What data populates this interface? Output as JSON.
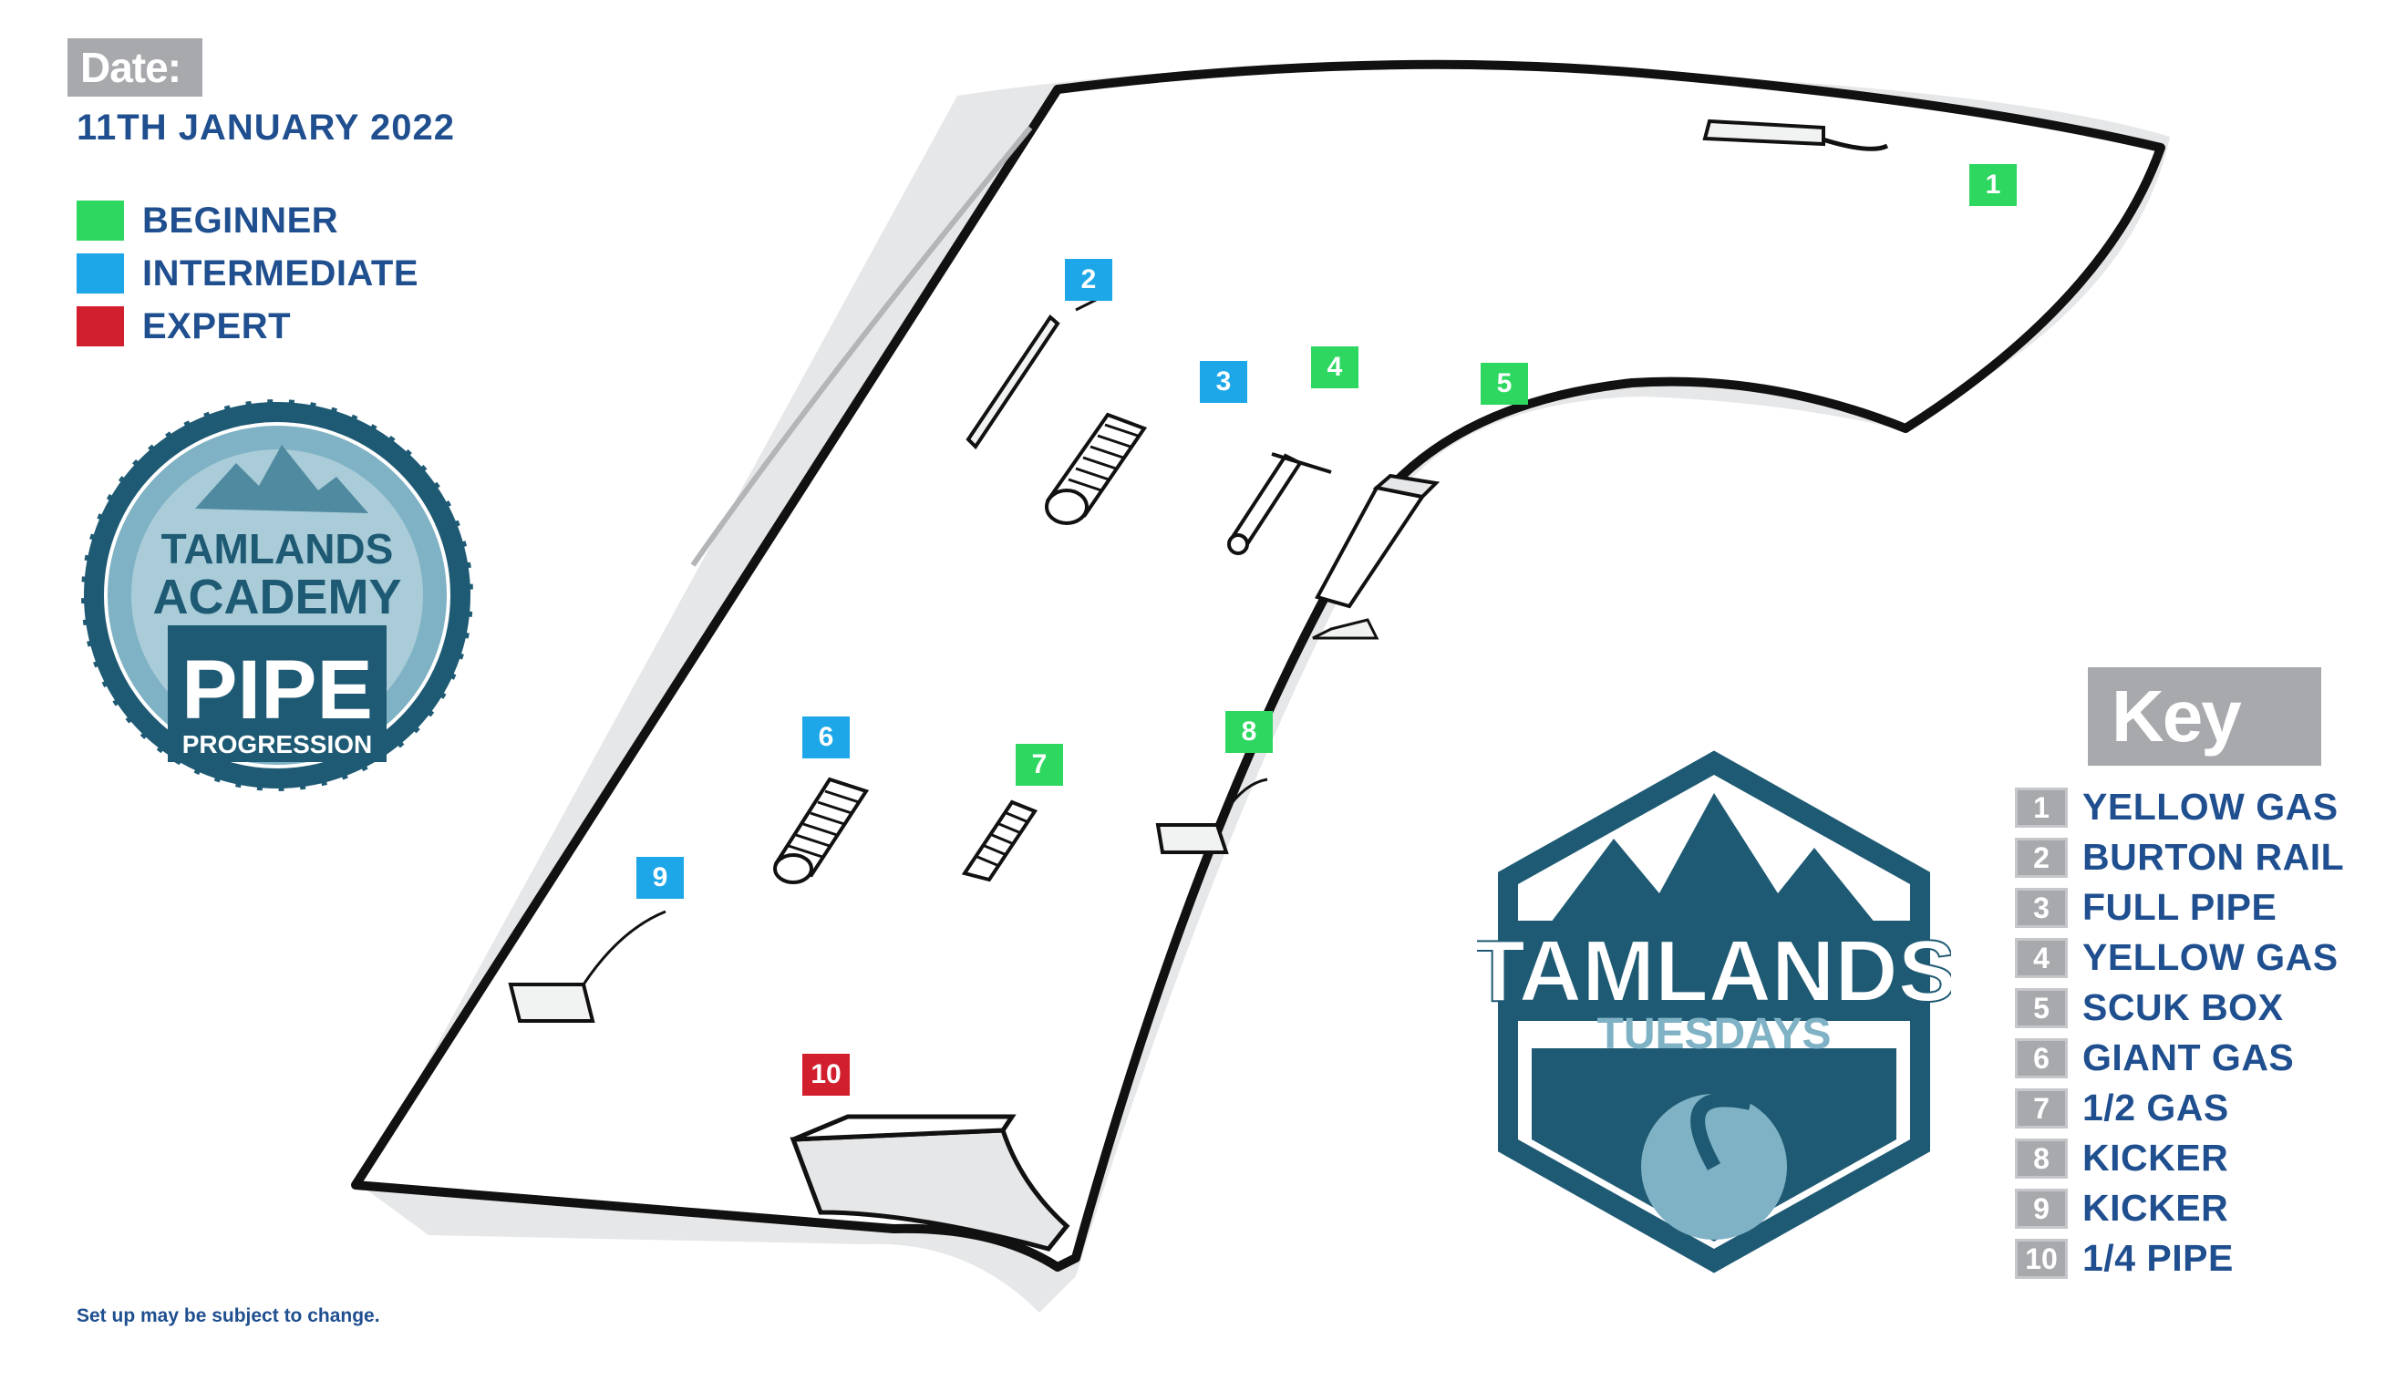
{
  "date": {
    "label": "Date:",
    "value": "11TH JANUARY 2022"
  },
  "legend": [
    {
      "label": "BEGINNER",
      "color": "#2ed760"
    },
    {
      "label": "INTERMEDIATE",
      "color": "#1ea7e8"
    },
    {
      "label": "EXPERT",
      "color": "#d21f2e"
    }
  ],
  "colors": {
    "text": "#1f4f8f",
    "badge_grey": "#a7a9ac",
    "logo_dark": "#1e5a73",
    "logo_light": "#7fb2c4"
  },
  "academy_logo": {
    "line1": "TAMLANDS",
    "line2": "ACADEMY",
    "line3": "PIPE",
    "line4": "PROGRESSION"
  },
  "tuesdays_logo": {
    "line1": "TAMLANDS",
    "line2": "TUESDAYS"
  },
  "key": {
    "title": "Key",
    "items": [
      {
        "num": "1",
        "label": "YELLOW GAS"
      },
      {
        "num": "2",
        "label": "BURTON RAIL"
      },
      {
        "num": "3",
        "label": "FULL PIPE"
      },
      {
        "num": "4",
        "label": "YELLOW GAS"
      },
      {
        "num": "5",
        "label": "SCUK BOX"
      },
      {
        "num": "6",
        "label": "GIANT GAS"
      },
      {
        "num": "7",
        "label": "1/2 GAS"
      },
      {
        "num": "8",
        "label": "KICKER"
      },
      {
        "num": "9",
        "label": "KICKER"
      },
      {
        "num": "10",
        "label": "1/4 PIPE"
      }
    ]
  },
  "markers": [
    {
      "num": "1",
      "level": "beginner"
    },
    {
      "num": "2",
      "level": "intermediate"
    },
    {
      "num": "3",
      "level": "intermediate"
    },
    {
      "num": "4",
      "level": "beginner"
    },
    {
      "num": "5",
      "level": "beginner"
    },
    {
      "num": "6",
      "level": "intermediate"
    },
    {
      "num": "7",
      "level": "beginner"
    },
    {
      "num": "8",
      "level": "beginner"
    },
    {
      "num": "9",
      "level": "intermediate"
    },
    {
      "num": "10",
      "level": "expert"
    }
  ],
  "footnote": "Set up may be subject to change."
}
